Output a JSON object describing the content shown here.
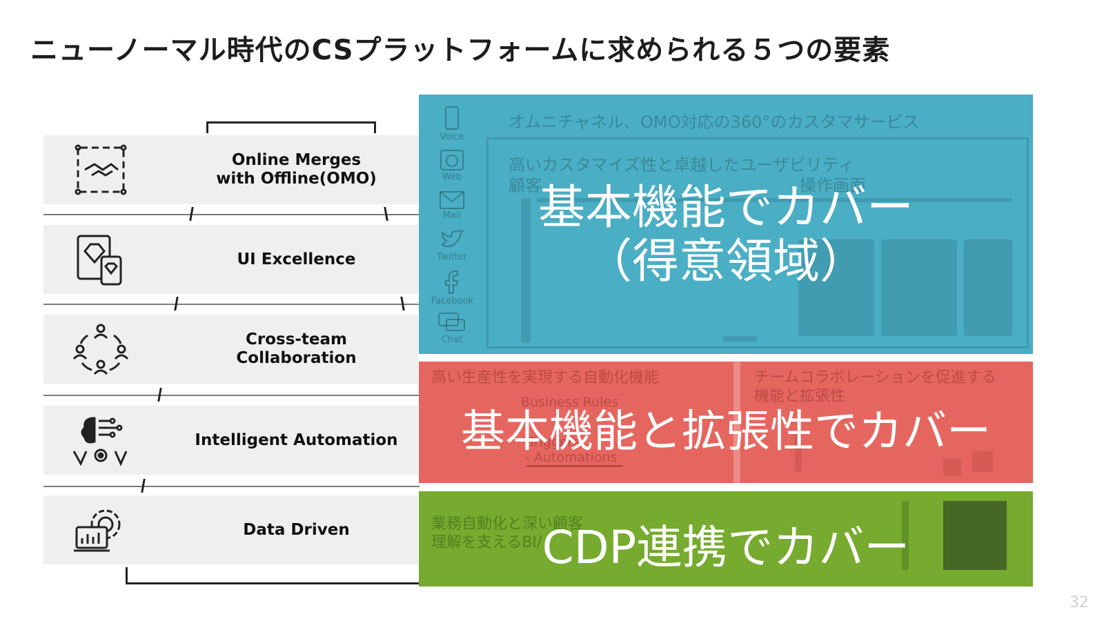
{
  "slide": {
    "title": "ニューノーマル時代のCSプラットフォームに求められる５つの要素",
    "page_number": "32"
  },
  "elements": [
    {
      "label": "Online Merges\nwith Offline(OMO)",
      "icon": "handshake-circuit-icon"
    },
    {
      "label": "UI Excellence",
      "icon": "tablet-phone-diamond-icon"
    },
    {
      "label": "Cross-team\nCollaboration",
      "icon": "team-cycle-icon"
    },
    {
      "label": "Intelligent Automation",
      "icon": "brain-gear-icon"
    },
    {
      "label": "Data Driven",
      "icon": "gear-dashboard-icon"
    }
  ],
  "teal_panel": {
    "color": "#4aaec4",
    "ghost_header": "オムニチャネル、OMO対応の360°のカスタマサービス",
    "ghost_sub1": "高いカスタマイズ性と卓越したユーザビリティ",
    "ghost_sub2": "顧客",
    "ghost_sub3": "操作画面",
    "channels": [
      {
        "label": "Voice",
        "icon": "phone-icon"
      },
      {
        "label": "Web",
        "icon": "globe-icon"
      },
      {
        "label": "Mail",
        "icon": "mail-icon"
      },
      {
        "label": "Twitter",
        "icon": "twitter-icon"
      },
      {
        "label": "Facebook",
        "icon": "facebook-icon"
      },
      {
        "label": "Chat",
        "icon": "chat-icon"
      }
    ],
    "overlay_line1": "基本機能でカバー",
    "overlay_line2": "（得意領域）"
  },
  "red_panel": {
    "color": "#e5665f",
    "ghost_left": "高い生産性を実現する自動化機能",
    "ghost_rules": "Business Rules",
    "ghost_triggers": "Triggers",
    "ghost_automations": "- Automations",
    "ghost_right_line1": "チームコラボレーションを促進する",
    "ghost_right_line2": "機能と拡張性",
    "overlay": "基本機能と拡張性でカバー"
  },
  "green_panel": {
    "color": "#76ab2f",
    "ghost_line1": "業務自動化と深い顧客",
    "ghost_line2": "理解を支えるBI/",
    "overlay": "CDP連携でカバー"
  }
}
